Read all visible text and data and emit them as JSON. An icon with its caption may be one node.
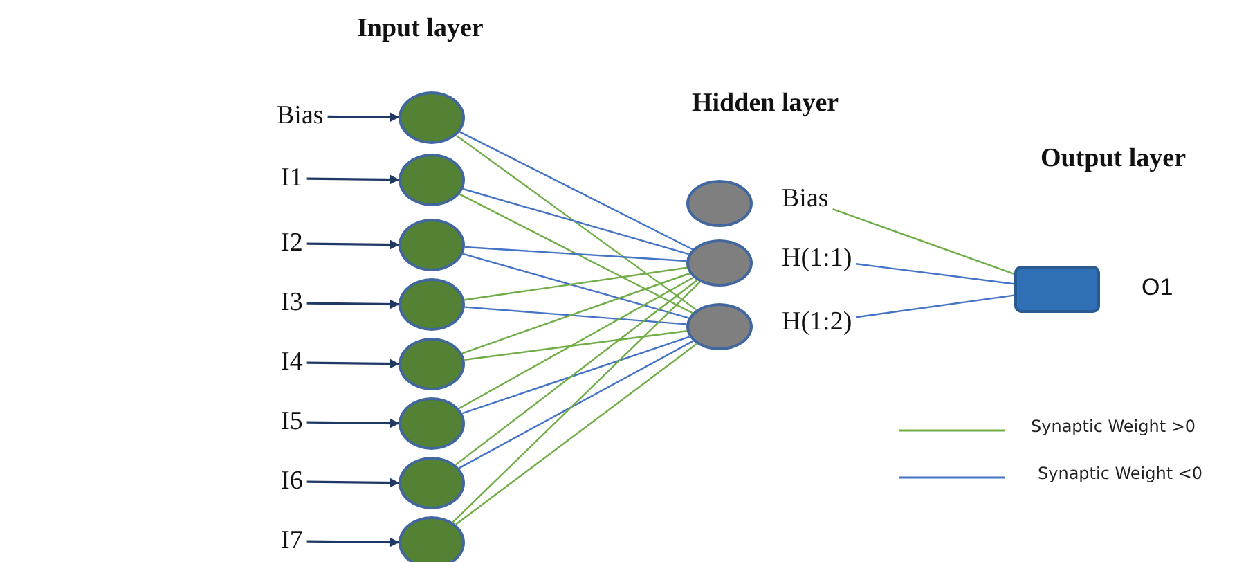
{
  "diagram": {
    "nodes": [
      {
        "text": [
          "Bias"
        ]
      },
      {
        "text": [
          "I1"
        ]
      },
      {
        "text": [
          "I2"
        ]
      },
      {
        "text": [
          "I3"
        ]
      },
      {
        "text": [
          "I4"
        ]
      },
      {
        "text": [
          "I5"
        ]
      },
      {
        "text": [
          "I6"
        ]
      },
      {
        "text": [
          "I7"
        ]
      },
      {
        "text": [],
        "shape": "circle"
      },
      {
        "text": [],
        "shape": "circle"
      },
      {
        "text": [],
        "shape": "circle"
      },
      {
        "text": [],
        "shape": "circle"
      },
      {
        "text": [],
        "shape": "circle"
      },
      {
        "text": [],
        "shape": "circle"
      },
      {
        "text": [],
        "shape": "circle"
      },
      {
        "text": [],
        "shape": "circle"
      },
      {
        "text": [],
        "shape": "circle"
      },
      {
        "text": [],
        "shape": "circle"
      },
      {
        "text": [],
        "shape": "circle"
      },
      {
        "text": [
          "Bias"
        ]
      },
      {
        "text": [
          "H(1:1)"
        ]
      },
      {
        "text": [
          "H(1:2)"
        ]
      },
      {
        "text": [],
        "shape": "box",
        "beside": [
          "O1"
        ]
      }
    ],
    "edges": [
      {
        "from": 0,
        "to": 8,
        "arrow": "to",
        "color": "#1f3864"
      },
      {
        "from": 1,
        "to": 9,
        "arrow": "to",
        "color": "#1f3864"
      },
      {
        "from": 2,
        "to": 10,
        "arrow": "to",
        "color": "#1f3864"
      },
      {
        "from": 3,
        "to": 11,
        "arrow": "to",
        "color": "#1f3864"
      },
      {
        "from": 4,
        "to": 12,
        "arrow": "to",
        "color": "#1f3864"
      },
      {
        "from": 5,
        "to": 13,
        "arrow": "to",
        "color": "#1f3864"
      },
      {
        "from": 6,
        "to": 14,
        "arrow": "to",
        "color": "#1f3864"
      },
      {
        "from": 7,
        "to": 15,
        "arrow": "to",
        "color": "#1f3864"
      },
      {
        "from": 8,
        "to": 17,
        "arrow": "none",
        "color": "#4472c4"
      },
      {
        "from": 8,
        "to": 18,
        "arrow": "none"
      },
      {
        "from": 9,
        "to": 17,
        "arrow": "none",
        "color": "#4472c4"
      },
      {
        "from": 9,
        "to": 18,
        "arrow": "none"
      },
      {
        "from": 10,
        "to": 17,
        "arrow": "none",
        "color": "#4472c4"
      },
      {
        "from": 10,
        "to": 18,
        "arrow": "none",
        "color": "#4472c4"
      },
      {
        "from": 11,
        "to": 17,
        "arrow": "none"
      },
      {
        "from": 11,
        "to": 18,
        "arrow": "none",
        "color": "#4472c4"
      },
      {
        "from": 12,
        "to": 17,
        "arrow": "none"
      },
      {
        "from": 12,
        "to": 18,
        "arrow": "none"
      },
      {
        "from": 13,
        "to": 17,
        "arrow": "none"
      },
      {
        "from": 13,
        "to": 18,
        "arrow": "none",
        "color": "#4472c4"
      },
      {
        "from": 14,
        "to": 17,
        "arrow": "none"
      },
      {
        "from": 14,
        "to": 18,
        "arrow": "none",
        "color": "#4472c4"
      },
      {
        "from": 15,
        "to": 17,
        "arrow": "none"
      },
      {
        "from": 15,
        "to": 18,
        "arrow": "none"
      },
      {
        "from": 19,
        "to": 22,
        "arrow": "none"
      },
      {
        "from": 20,
        "to": 22,
        "arrow": "none",
        "color": "#4472c4"
      },
      {
        "from": 21,
        "to": 22,
        "arrow": "none",
        "color": "#4472c4"
      }
    ],
    "labels": [
      "Input layer",
      "Hidden layer",
      "Output layer"
    ],
    "legend": [
      {
        "text": "Synaptic Weight >0"
      },
      {
        "text": "Synaptic Weight <0"
      }
    ]
  }
}
